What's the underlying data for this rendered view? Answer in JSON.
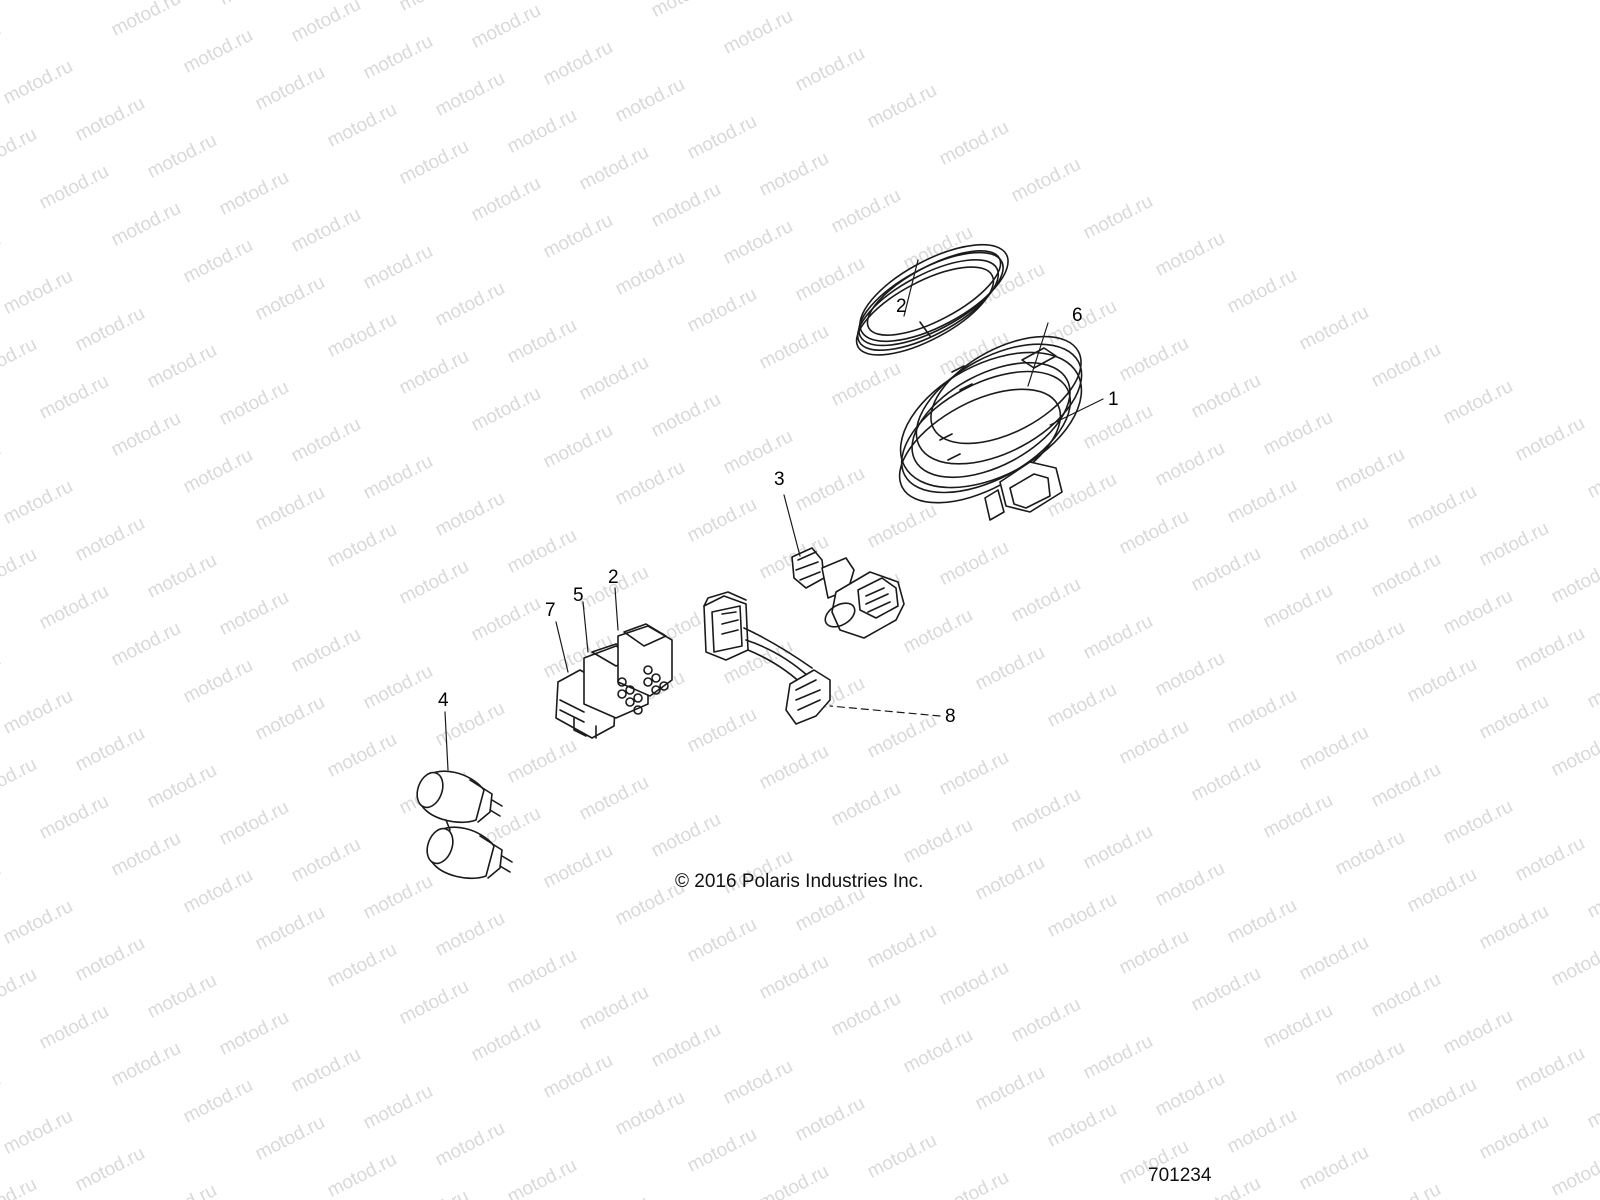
{
  "watermark": {
    "text": "motod.ru"
  },
  "callouts": [
    {
      "id": "1",
      "label": "1"
    },
    {
      "id": "2-ring",
      "label": "2"
    },
    {
      "id": "3",
      "label": "3"
    },
    {
      "id": "2-block",
      "label": "2"
    },
    {
      "id": "4",
      "label": "4"
    },
    {
      "id": "5",
      "label": "5"
    },
    {
      "id": "6",
      "label": "6"
    },
    {
      "id": "7",
      "label": "7"
    },
    {
      "id": "8",
      "label": "8"
    }
  ],
  "copyright": "© 2016 Polaris Industries Inc.",
  "drawing_number": "701234"
}
